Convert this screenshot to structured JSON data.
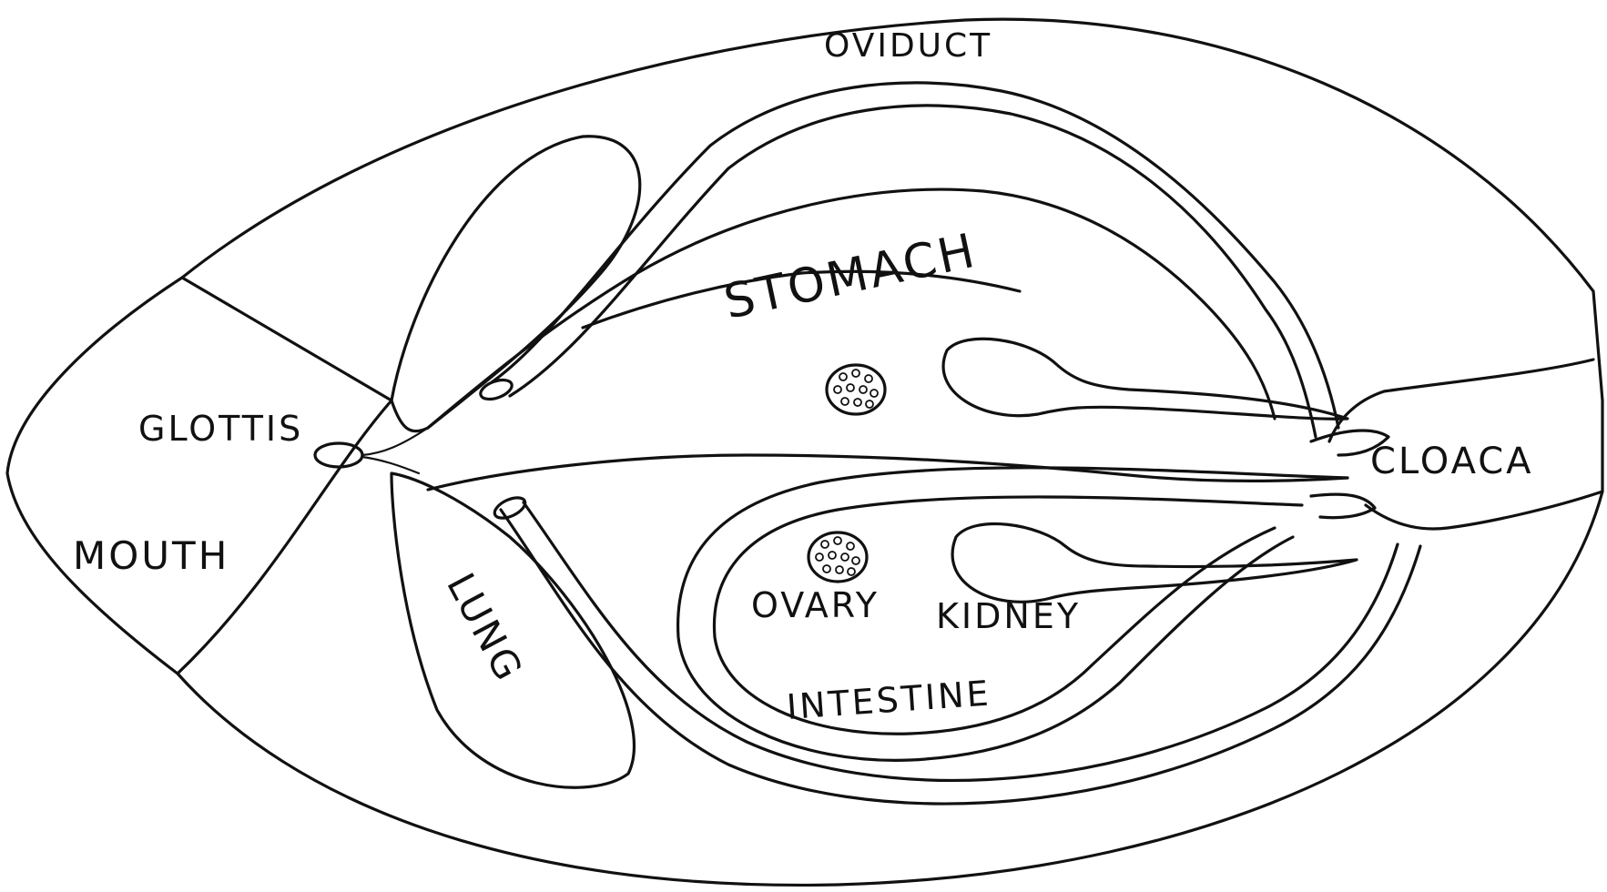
{
  "diagram": {
    "labels": {
      "oviduct": "OVIDUCT",
      "stomach": "STOMACH",
      "glottis": "GLOTTIS",
      "cloaca": "CLOACA",
      "mouth": "MOUTH",
      "lung": "LUNG",
      "ovary": "OVARY",
      "kidney": "KIDNEY",
      "intestine": "INTESTINE"
    },
    "colors": {
      "ink": "#111111",
      "background": "#ffffff"
    }
  }
}
